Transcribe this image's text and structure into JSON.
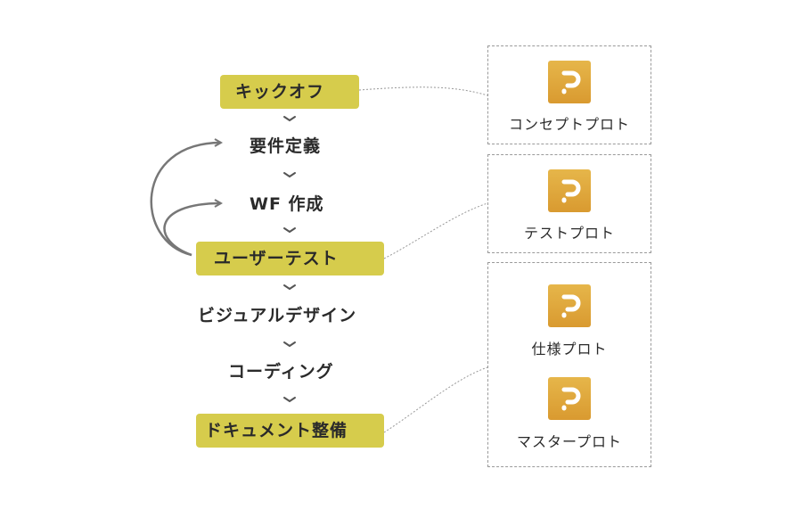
{
  "colors": {
    "highlight": "#d6cc4c",
    "icon_gradient_top": "#e6b64a",
    "icon_gradient_bottom": "#d99a30",
    "arrow": "#777777"
  },
  "steps": [
    {
      "label": "キックオフ",
      "highlighted": true
    },
    {
      "label": "要件定義",
      "highlighted": false
    },
    {
      "label": "WF 作成",
      "highlighted": false
    },
    {
      "label": "ユーザーテスト",
      "highlighted": true
    },
    {
      "label": "ビジュアルデザイン",
      "highlighted": false
    },
    {
      "label": "コーディング",
      "highlighted": false
    },
    {
      "label": "ドキュメント整備",
      "highlighted": true
    }
  ],
  "tools": [
    {
      "icon": "prott-icon",
      "label": "コンセプトプロト"
    },
    {
      "icon": "prott-icon",
      "label": "テストプロト"
    },
    {
      "icon": "prott-icon",
      "label": "仕様プロト"
    },
    {
      "icon": "prott-icon",
      "label": "マスタープロト"
    }
  ]
}
